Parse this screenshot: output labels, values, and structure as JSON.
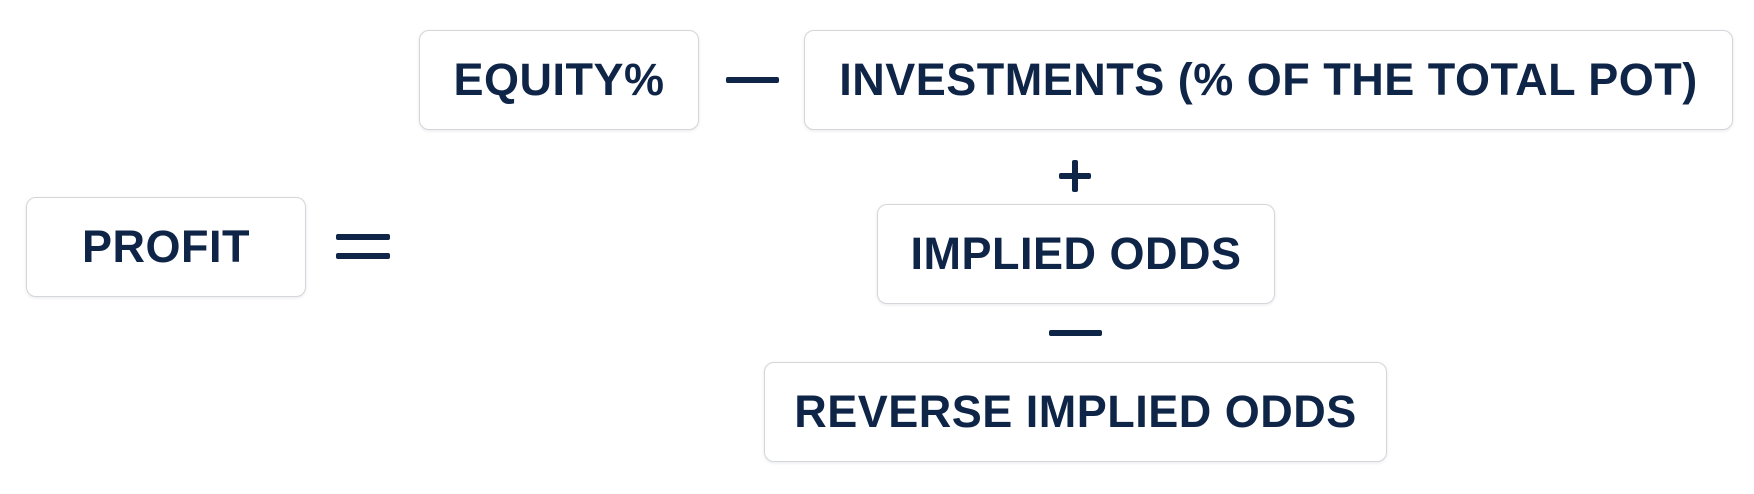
{
  "diagram": {
    "profit": "PROFIT",
    "equity": "EQUITY%",
    "investments": "INVESTMENTS (% OF THE TOTAL POT)",
    "implied_odds": "IMPLIED ODDS",
    "reverse_implied_odds": "REVERSE IMPLIED ODDS"
  },
  "colors": {
    "text": "#0f2548",
    "box_border": "#d4d6da",
    "background": "#ffffff"
  }
}
